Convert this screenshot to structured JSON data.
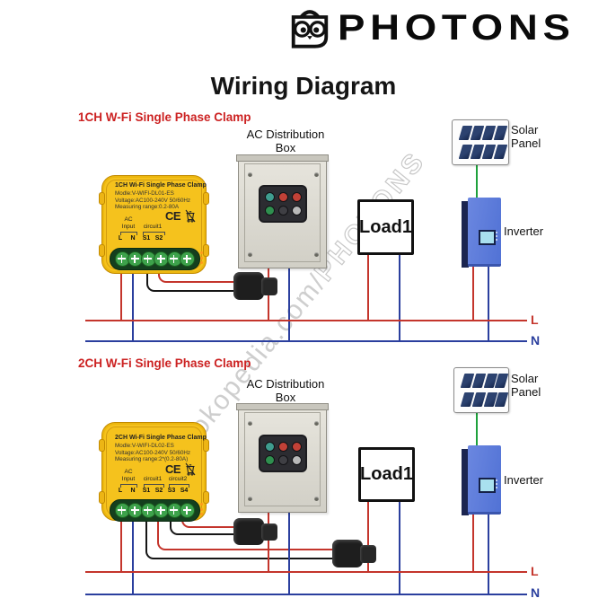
{
  "brand": {
    "name": "PHOTONS"
  },
  "title": "Wiring Diagram",
  "watermark": {
    "site": "tokopedia.com/",
    "brand": "PHOTONS"
  },
  "bus": {
    "line": "L",
    "neutral": "N"
  },
  "components": {
    "ac_box_line1": "AC Distribution",
    "ac_box_line2": "Box",
    "load": "Load1",
    "solar_line1": "Solar",
    "solar_line2": "Panel",
    "inverter": "Inverter"
  },
  "sections": [
    {
      "heading": "1CH W-Fi Single Phase Clamp",
      "device": {
        "title": "1CH Wi-Fi Single Phase Clamp",
        "model": "Modle:V-WIFI-DL01-ES",
        "voltage": "Voltage:AC100-240V 50/60Hz",
        "range": "Measuring range:0.2-80A",
        "ce_mark": "CE",
        "ac_group": [
          "AC",
          "Input"
        ],
        "circuits": [
          "circuit1"
        ],
        "terminals": [
          "L",
          "N",
          "S1",
          "S2"
        ]
      }
    },
    {
      "heading": "2CH W-Fi Single Phase Clamp",
      "device": {
        "title": "2CH Wi-Fi Single Phase Clamp",
        "model": "Modle:V-WIFI-DL02-ES",
        "voltage": "Voltage:AC100-240V 50/60Hz",
        "range": "Measuring range:2*(0.2-80A)",
        "ce_mark": "CE",
        "ac_group": [
          "AC",
          "Input"
        ],
        "circuits": [
          "circuit1",
          "circuit2"
        ],
        "terminals": [
          "L",
          "N",
          "S1",
          "S2",
          "S3",
          "S4"
        ]
      }
    }
  ],
  "colors": {
    "line_red": "#c4352c",
    "neutral_blue": "#2b3f9e",
    "pv_green": "#1ea13c",
    "device_yellow": "#f5c21d",
    "heading_red": "#cc2222",
    "clamp_black": "#1e1e1e",
    "inverter_blue": "#5b79d8"
  }
}
